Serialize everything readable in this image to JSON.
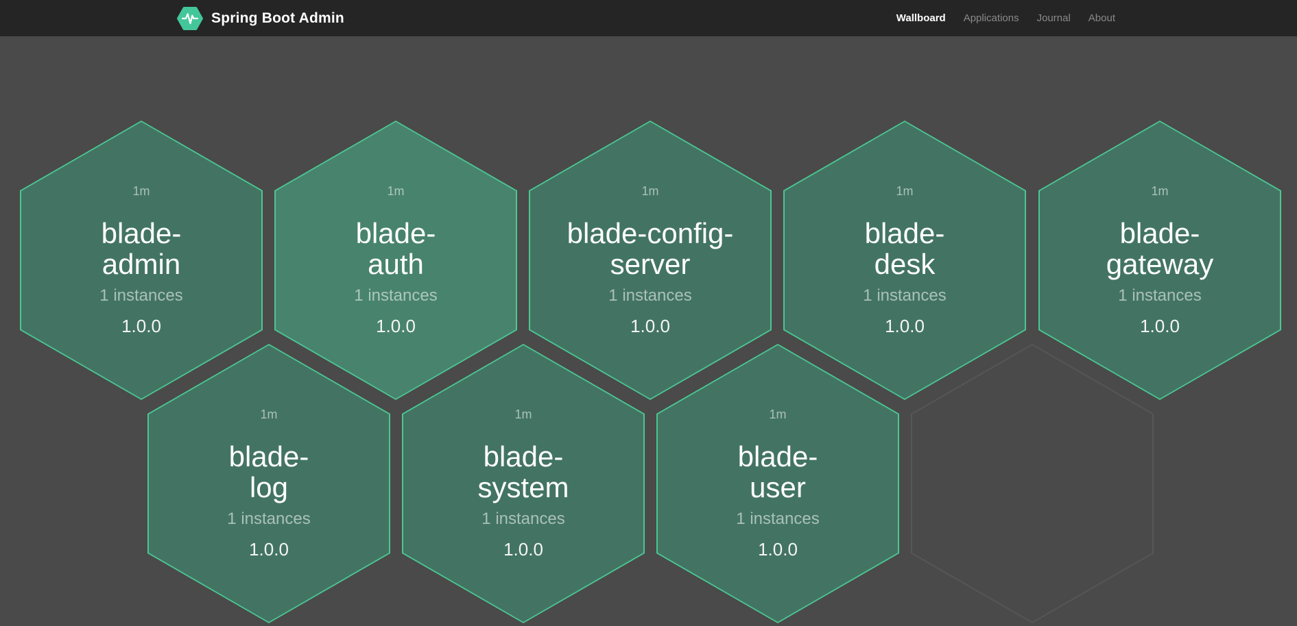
{
  "header": {
    "brand": "Spring Boot Admin",
    "nav": [
      {
        "label": "Wallboard",
        "active": true
      },
      {
        "label": "Applications",
        "active": false
      },
      {
        "label": "Journal",
        "active": false
      },
      {
        "label": "About",
        "active": false
      }
    ]
  },
  "wallboard": {
    "applications": [
      {
        "time": "1m",
        "name": "blade-admin",
        "name_display": "blade-\nadmin",
        "instances": "1 instances",
        "version": "1.0.0"
      },
      {
        "time": "1m",
        "name": "blade-auth",
        "name_display": "blade-\nauth",
        "instances": "1 instances",
        "version": "1.0.0"
      },
      {
        "time": "1m",
        "name": "blade-config-server",
        "name_display": "blade-config-\nserver",
        "instances": "1 instances",
        "version": "1.0.0"
      },
      {
        "time": "1m",
        "name": "blade-desk",
        "name_display": "blade-\ndesk",
        "instances": "1 instances",
        "version": "1.0.0"
      },
      {
        "time": "1m",
        "name": "blade-gateway",
        "name_display": "blade-\ngateway",
        "instances": "1 instances",
        "version": "1.0.0"
      },
      {
        "time": "1m",
        "name": "blade-log",
        "name_display": "blade-\nlog",
        "instances": "1 instances",
        "version": "1.0.0"
      },
      {
        "time": "1m",
        "name": "blade-system",
        "name_display": "blade-\nsystem",
        "instances": "1 instances",
        "version": "1.0.0"
      },
      {
        "time": "1m",
        "name": "blade-user",
        "name_display": "blade-\nuser",
        "instances": "1 instances",
        "version": "1.0.0"
      }
    ],
    "empty_slots": 1
  },
  "colors": {
    "page_bg": "#4a4a4a",
    "header_bg": "#252526",
    "hex_border": "#4bc793",
    "hex_fill": "#437463",
    "hex_fill_highlight": "#48836e",
    "empty_hex_border": "#575757",
    "logo_green": "#44c69b",
    "muted_text": "#a8b2ad"
  }
}
